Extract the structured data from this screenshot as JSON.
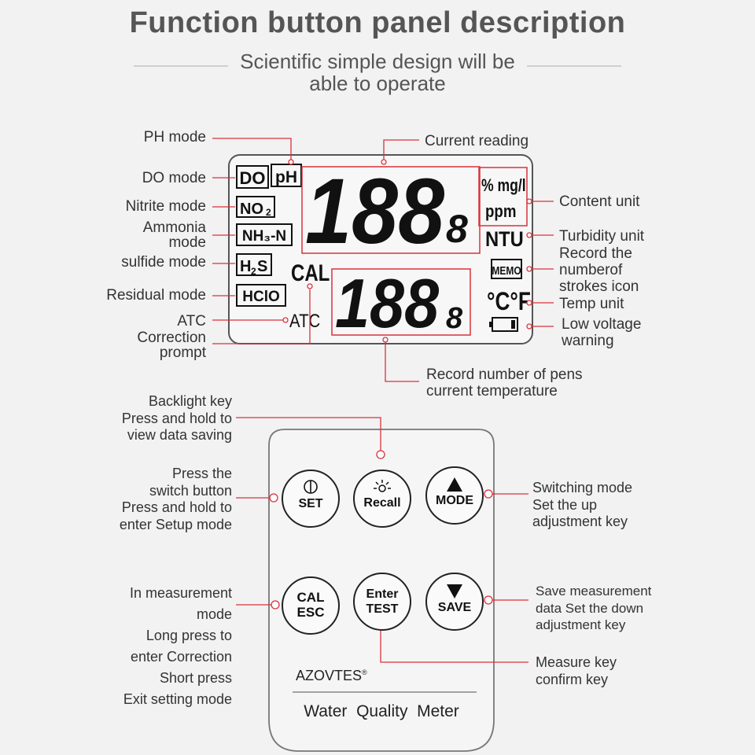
{
  "header": {
    "title": "Function button panel description",
    "subtitle": "Scientific simple design will be able to operate"
  },
  "lcd": {
    "mode_boxes": {
      "do": "DO",
      "ph": "pH",
      "no2": "NO",
      "no2_sub": "2",
      "nh3": "NH₃-N",
      "h2s_h": "H",
      "h2s_sub": "2",
      "h2s_s": "S",
      "hclo": "HClO"
    },
    "main_reading": "188",
    "main_decimal": "8",
    "second_reading": "188",
    "second_decimal": "8",
    "cal": "CAL",
    "atc": "ATC",
    "unit_percent": "% mg/l",
    "unit_ppm": "ppm",
    "ntu": "NTU",
    "memo": "MEMO",
    "temp_units": "°C°F"
  },
  "lcd_labels": {
    "ph_mode": "PH mode",
    "do_mode": "DO mode",
    "nitrite_mode": "Nitrite mode",
    "ammonia_mode": "Ammonia\nmode",
    "sulfide_mode": "sulfide mode",
    "residual_mode": "Residual mode",
    "atc": "ATC",
    "correction_prompt": "Correction\nprompt",
    "current_reading": "Current reading",
    "content_unit": "Content unit",
    "turbidity_unit": "Turbidity unit",
    "record_strokes": "Record the\nnumberof\nstrokes icon",
    "temp_unit": "Temp unit",
    "low_voltage": "Low voltage\nwarning",
    "record_pens": "Record number of pens\ncurrent temperature"
  },
  "keypad": {
    "set_label": "SET",
    "recall_label": "Recall",
    "mode_label": "MODE",
    "cal_label": "CAL",
    "esc_label": "ESC",
    "enter_label": "Enter",
    "test_label": "TEST",
    "save_label": "SAVE",
    "brand": "AZOVTES",
    "brand_mark": "®",
    "product": "Water  Quality  Meter"
  },
  "key_labels": {
    "backlight": "Backlight key\nPress and hold to\nview data saving",
    "switch": "Press the\nswitch button\nPress and hold to\nenter Setup mode",
    "mode": "Switching mode\nSet the up\nadjustment key",
    "cal": "In measurement\nmode\nLong press to\nenter Correction\nShort press\nExit setting mode",
    "save": "Save measurement\ndata Set the down\nadjustment key",
    "enter": "Measure key\nconfirm key"
  },
  "colors": {
    "leader": "#d9323c",
    "text": "#333333",
    "title": "#555555",
    "panel_fill": "#f5f5f5"
  },
  "icons": [
    "power-icon",
    "sun-icon",
    "up-triangle-icon",
    "down-triangle-icon",
    "battery-icon"
  ]
}
